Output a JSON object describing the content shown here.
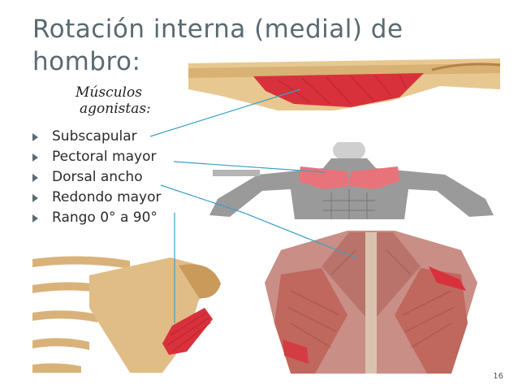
{
  "slide": {
    "title": "Rotación interna (medial) de hombro:",
    "subheading": {
      "line1": "Músculos",
      "line2": "agonistas:"
    },
    "bullets": [
      "Subscapular",
      "Pectoral mayor",
      "Dorsal ancho",
      "Redondo mayor",
      "Rango 0° a 90°"
    ],
    "page_number": "16"
  },
  "figures": {
    "subscapular": "scapula-subscapularis-illustration",
    "pectoral": "anterior-torso-pectoralis-illustration",
    "back": "posterior-back-latissimus-illustration",
    "teres": "shoulder-teres-major-illustration"
  },
  "colors": {
    "title": "#5a6a72",
    "connector": "#3aa0c8",
    "muscle_red": "#d8313c",
    "bone": "#d9b27a"
  }
}
